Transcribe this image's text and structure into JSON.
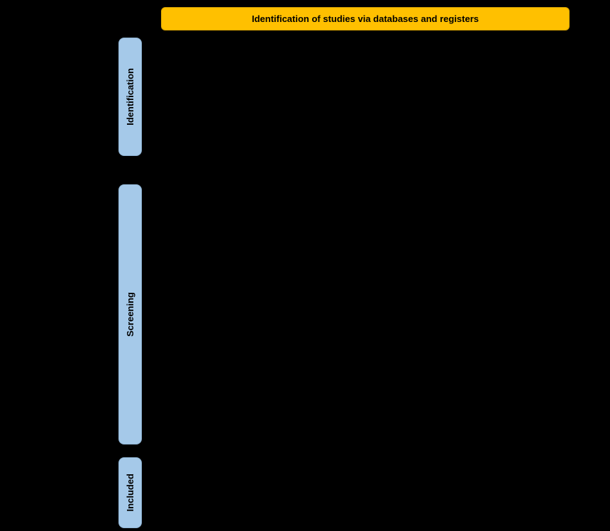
{
  "diagram": {
    "title_banner": {
      "label": "Identification of studies via databases and registers"
    },
    "phase_labels": [
      {
        "label": "Identification"
      },
      {
        "label": "Screening"
      },
      {
        "label": "Included"
      }
    ],
    "colors": {
      "canvas_bg": "#000000",
      "banner_bg": "#FFC000",
      "banner_border": "#D9A300",
      "phase_bg": "#A5C9E9",
      "phase_border": "#8FB4D4",
      "text": "#000000"
    }
  }
}
